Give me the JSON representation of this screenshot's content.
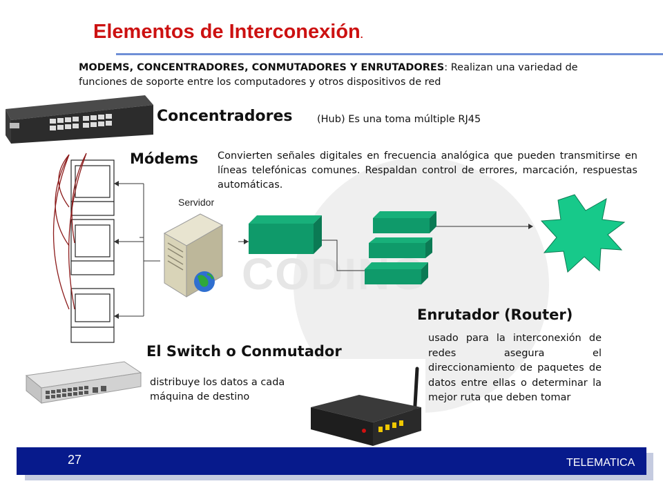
{
  "title": "Elementos de Interconexión",
  "title_dot": ".",
  "intro": {
    "bold": "MODEMS, CONCENTRADORES, CONMUTADORES Y ENRUTADORES",
    "rest": ": Realizan una variedad de funciones de soporte  entre los computadores y otros dispositivos de red"
  },
  "concentradores": {
    "heading": "Concentradores",
    "description": "(Hub) Es una toma múltiple RJ45"
  },
  "modems": {
    "heading": "Módems",
    "description": "Convierten señales digitales en frecuencia analógica que pueden transmitirse en líneas telefónicas comunes. Respaldan control de errores, marcación, respuestas automáticas."
  },
  "diagram": {
    "server_label": "Servidor",
    "watermark": "CODING"
  },
  "router": {
    "heading": "Enrutador (Router)",
    "description": "usado para la interconexión de redes asegura el direccionamiento de paquetes de datos entre ellas o determinar la mejor ruta que deben tomar"
  },
  "switch": {
    "heading": "El Switch o Conmutador",
    "description": "distribuye los datos a cada máquina de destino"
  },
  "footer": {
    "page_number": "27",
    "label": "TELEMATICA"
  },
  "colors": {
    "title": "#cc1111",
    "rule": "#6e8fd6",
    "footer": "#071a8c",
    "device_green": "#0f9a6a",
    "internet_burst": "#17c98a"
  }
}
